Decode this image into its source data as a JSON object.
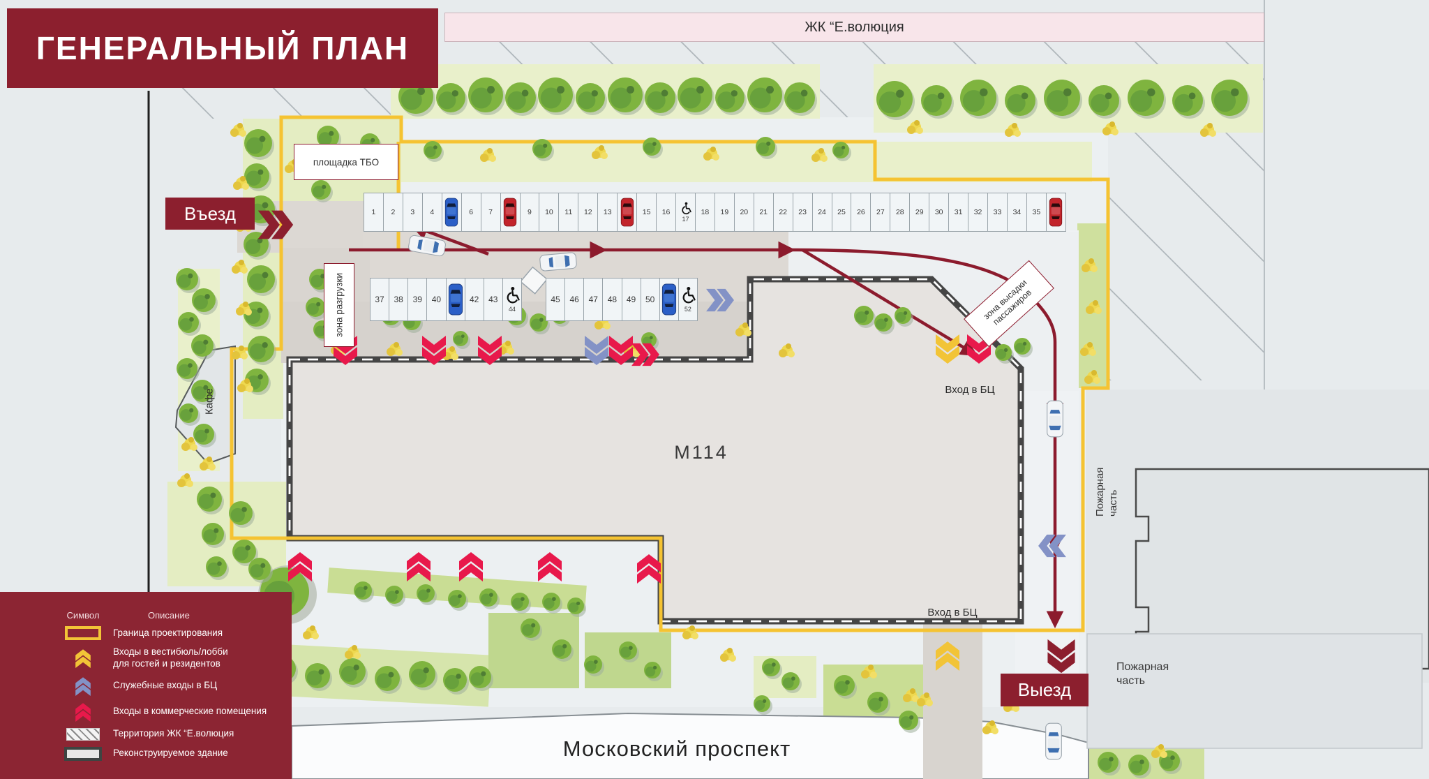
{
  "header": {
    "title": "ГЕНЕРАЛЬНЫЙ ПЛАН"
  },
  "neighbor_strip": {
    "label": "ЖК “Е.волюция"
  },
  "street": {
    "label": "Московский проспект"
  },
  "markers": {
    "entry": "Въезд",
    "exit": "Выезд"
  },
  "buildings": {
    "main": {
      "label": "М114",
      "entrance_top": "Вход в БЦ",
      "entrance_bottom": "Вход в БЦ"
    },
    "cafe": {
      "label": "Кафе"
    },
    "fire_station_side": {
      "label": "Пожарная\nчасть"
    },
    "fire_station_south": {
      "label": "Пожарная\nчасть"
    }
  },
  "zones": {
    "waste": "площадка ТБО",
    "unloading": "зона разгрузки",
    "dropoff": "зона высадки пассажиров"
  },
  "parking": {
    "row_top": [
      "1",
      "2",
      "3",
      "4",
      {
        "car": "blue"
      },
      "6",
      "7",
      {
        "car": "red"
      },
      "9",
      "10",
      "11",
      "12",
      "13",
      {
        "car": "red"
      },
      "15",
      "16",
      {
        "acc": "17"
      },
      "18",
      "19",
      "20",
      "21",
      "22",
      "23",
      "24",
      "25",
      "26",
      "27",
      "28",
      "29",
      "30",
      "31",
      "32",
      "33",
      "34",
      "35",
      {
        "car": "red"
      }
    ],
    "row_mid_left": [
      "37",
      "38",
      "39",
      "40",
      {
        "car": "blue"
      },
      "42",
      "43",
      {
        "acc": "44"
      }
    ],
    "row_mid_right": [
      "45",
      "46",
      "47",
      "48",
      "49",
      "50",
      {
        "car": "blue"
      },
      {
        "acc": "52"
      }
    ]
  },
  "legend": {
    "header_symbol": "Символ",
    "header_description": "Описание",
    "items": [
      {
        "symbol": "boundary",
        "label": "Граница проектирования"
      },
      {
        "symbol": "chevron-yellow",
        "label": "Входы в вестибюль/лобби\nдля гостей и резидентов"
      },
      {
        "symbol": "chevron-blue",
        "label": "Служебные входы в БЦ"
      },
      {
        "symbol": "chevron-red",
        "label": "Входы в коммерческие помещения"
      },
      {
        "symbol": "hatch",
        "label": "Территория ЖК “Е.волюция"
      },
      {
        "symbol": "building",
        "label": "Реконструируемое здание"
      }
    ]
  },
  "colors": {
    "dark_red": "#8C1F2E",
    "route_red": "#8C1B2D",
    "commercial_red": "#E8194B",
    "service_blue": "#8392C6",
    "guest_yellow": "#F2C437",
    "boundary_yellow": "#F5C332"
  }
}
